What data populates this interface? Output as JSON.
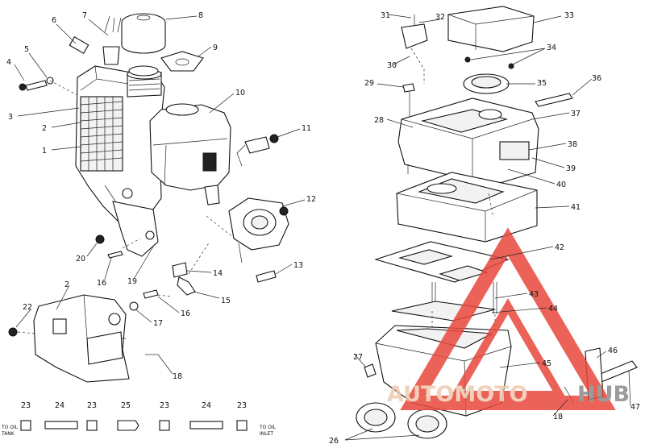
{
  "callouts": [
    {
      "id": "c4",
      "label": "4"
    },
    {
      "id": "c5",
      "label": "5"
    },
    {
      "id": "c6",
      "label": "6"
    },
    {
      "id": "c7",
      "label": "7"
    },
    {
      "id": "c8",
      "label": "8"
    },
    {
      "id": "c9",
      "label": "9"
    },
    {
      "id": "c10",
      "label": "10"
    },
    {
      "id": "c11",
      "label": "11"
    },
    {
      "id": "c3",
      "label": "3"
    },
    {
      "id": "c2",
      "label": "2"
    },
    {
      "id": "c1",
      "label": "1"
    },
    {
      "id": "c12",
      "label": "12"
    },
    {
      "id": "c20",
      "label": "20"
    },
    {
      "id": "c16a",
      "label": "16"
    },
    {
      "id": "c19",
      "label": "19"
    },
    {
      "id": "c14",
      "label": "14"
    },
    {
      "id": "c13",
      "label": "13"
    },
    {
      "id": "c15",
      "label": "15"
    },
    {
      "id": "c2b",
      "label": "2"
    },
    {
      "id": "c22",
      "label": "22"
    },
    {
      "id": "c17",
      "label": "17"
    },
    {
      "id": "c16b",
      "label": "16"
    },
    {
      "id": "c18",
      "label": "18"
    },
    {
      "id": "c23a",
      "label": "23"
    },
    {
      "id": "c24a",
      "label": "24"
    },
    {
      "id": "c23b",
      "label": "23"
    },
    {
      "id": "c25",
      "label": "25"
    },
    {
      "id": "c23c",
      "label": "23"
    },
    {
      "id": "c24b",
      "label": "24"
    },
    {
      "id": "c23d",
      "label": "23"
    },
    {
      "id": "c31",
      "label": "31"
    },
    {
      "id": "c32",
      "label": "32"
    },
    {
      "id": "c33",
      "label": "33"
    },
    {
      "id": "c34",
      "label": "34"
    },
    {
      "id": "c30",
      "label": "30"
    },
    {
      "id": "c35",
      "label": "35"
    },
    {
      "id": "c36",
      "label": "36"
    },
    {
      "id": "c29",
      "label": "29"
    },
    {
      "id": "c28",
      "label": "28"
    },
    {
      "id": "c37",
      "label": "37"
    },
    {
      "id": "c38",
      "label": "38"
    },
    {
      "id": "c39",
      "label": "39"
    },
    {
      "id": "c40",
      "label": "40"
    },
    {
      "id": "c41",
      "label": "41"
    },
    {
      "id": "c42",
      "label": "42"
    },
    {
      "id": "c43",
      "label": "43"
    },
    {
      "id": "c44",
      "label": "44"
    },
    {
      "id": "c27",
      "label": "27"
    },
    {
      "id": "c45",
      "label": "45"
    },
    {
      "id": "c46",
      "label": "46"
    },
    {
      "id": "c18b",
      "label": "18"
    },
    {
      "id": "c47",
      "label": "47"
    },
    {
      "id": "c26",
      "label": "26"
    }
  ],
  "notes": {
    "to_oil_tank_1": "TO OIL",
    "to_oil_tank_2": "TANK",
    "to_oil_inlet_1": "TO OIL",
    "to_oil_inlet_2": "INLET"
  },
  "watermark": {
    "brand_main": "AUTOMOTO",
    "brand_tail": "HUB",
    "colors": {
      "triangle": "#e8483c",
      "text": "#f0c9b0",
      "tail": "#8a8a8a"
    }
  }
}
